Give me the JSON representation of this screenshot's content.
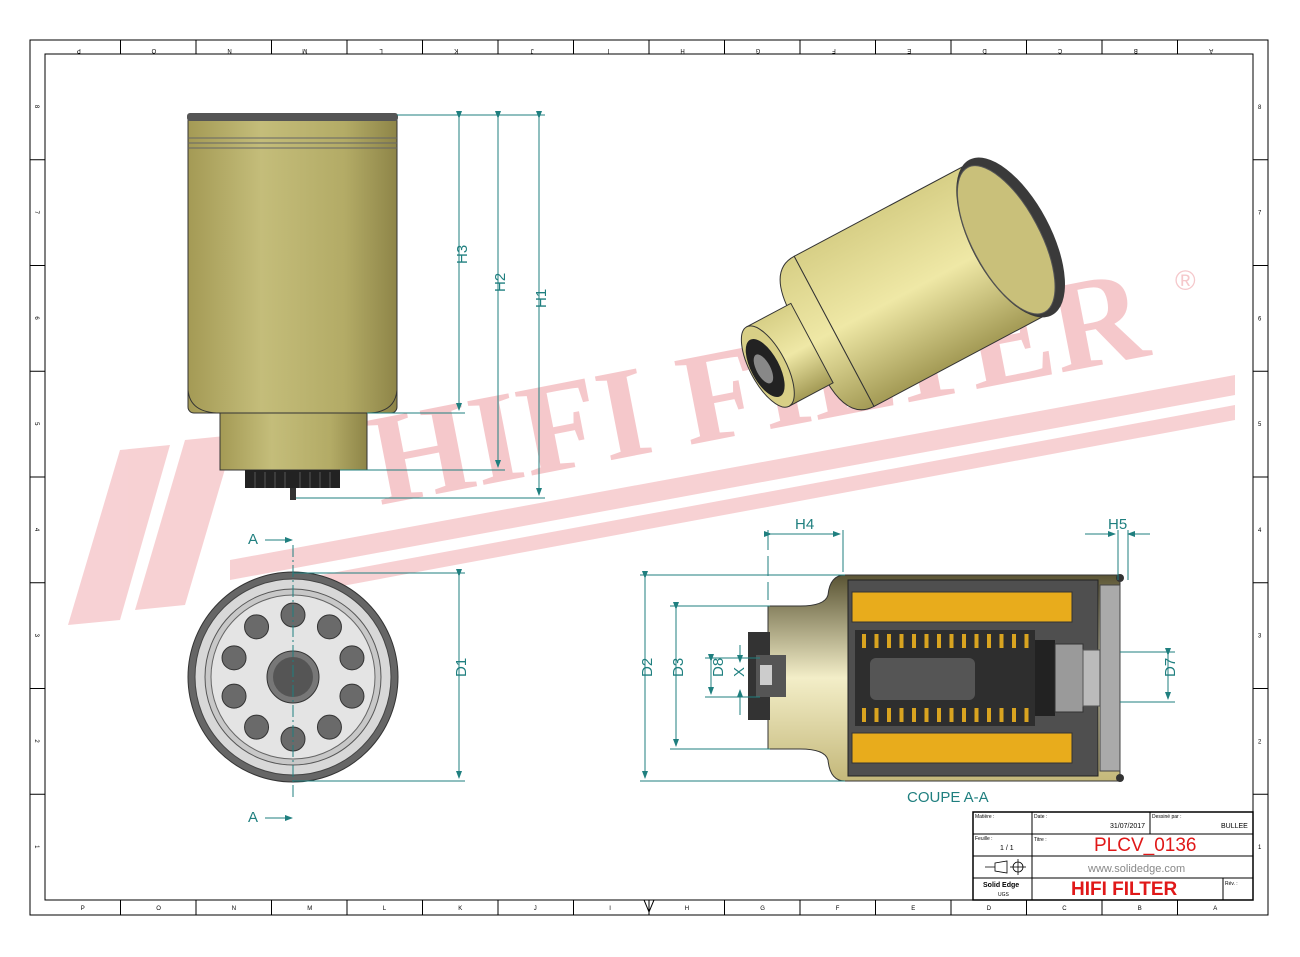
{
  "sheet": {
    "zones_bottom": [
      "P",
      "O",
      "N",
      "M",
      "L",
      "K",
      "J",
      "I",
      "H",
      "G",
      "F",
      "E",
      "D",
      "C",
      "B",
      "A"
    ],
    "zones_side": [
      "8",
      "7",
      "6",
      "5",
      "4",
      "3",
      "2",
      "1"
    ]
  },
  "watermark": {
    "text": "HIFI FILTER",
    "mark": "®",
    "color": "#e8333a"
  },
  "dimensions": {
    "side_view": [
      "H3",
      "H2",
      "H1"
    ],
    "bottom_view": {
      "diameter": "D1",
      "section_marker_top": "A",
      "section_marker_bottom": "A"
    },
    "section_view": {
      "h4": "H4",
      "h5": "H5",
      "d2": "D2",
      "d3": "D3",
      "d8": "D8",
      "x": "X",
      "d7": "D7"
    }
  },
  "section_caption": "COUPE A-A",
  "title_block": {
    "matiere_label": "Matière :",
    "date_label": "Date :",
    "date": "31/07/2017",
    "dessine_label": "Dessiné par :",
    "dessine_par": "BULLEE",
    "feuille_label": "Feuille :",
    "feuille": "1 / 1",
    "titre_label": "Titre :",
    "titre": "PLCV_0136",
    "website": "www.solidedge.com",
    "software": "Solid Edge",
    "software_sub": "UGS",
    "company": "HIFI FILTER",
    "rev_label": "Rév. :"
  },
  "colors": {
    "dimension": "#1f7f7f",
    "body": "#b8b06a",
    "media": "#e8ac1c",
    "title_red": "#e01818"
  }
}
